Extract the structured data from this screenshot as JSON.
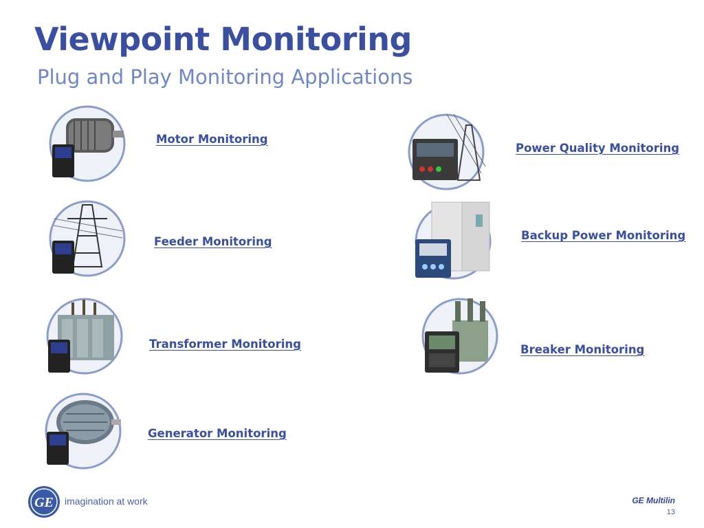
{
  "slide": {
    "title": "Viewpoint Monitoring",
    "subtitle": "Plug and Play Monitoring Applications"
  },
  "left_items": [
    {
      "label": "Motor Monitoring",
      "icon": "motor-icon"
    },
    {
      "label": "Feeder Monitoring",
      "icon": "feeder-tower-icon"
    },
    {
      "label": "Transformer Monitoring",
      "icon": "transformer-icon"
    },
    {
      "label": "Generator Monitoring",
      "icon": "generator-icon"
    }
  ],
  "right_items": [
    {
      "label": "Power Quality Monitoring",
      "icon": "power-quality-icon"
    },
    {
      "label": "Backup Power Monitoring",
      "icon": "backup-power-icon"
    },
    {
      "label": "Breaker Monitoring",
      "icon": "breaker-icon"
    }
  ],
  "footer": {
    "logo_text": "GE",
    "tagline": "imagination at work",
    "brand": "GE Multilin",
    "page_number": "13"
  },
  "colors": {
    "title": "#3a4fa0",
    "subtitle": "#6f86c7",
    "link": "#3a4fa0",
    "ring": "#8a9cc9"
  }
}
